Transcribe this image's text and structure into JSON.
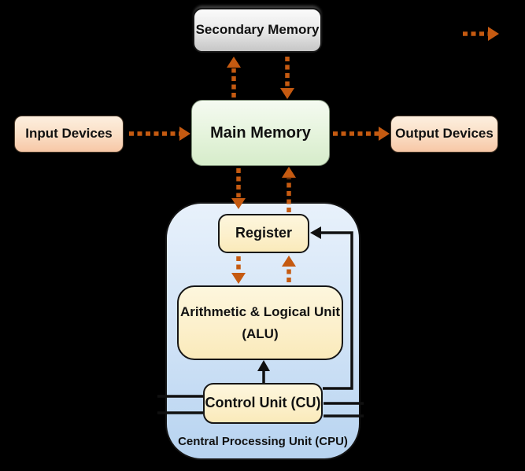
{
  "palette": {
    "background": "#000000",
    "data_flow_arrow_orange": "#c55a11",
    "control_flow_black": "#101010",
    "secondary_memory_fill": "#c6c6c6",
    "main_memory_fill": "#d6ecca",
    "io_device_fill": "#f7c7a6",
    "cpu_container_fill": "#b7d3f0",
    "cpu_unit_fill": "#faeaba"
  },
  "nodes": {
    "secondary_memory": {
      "label": "Secondary Memory"
    },
    "main_memory": {
      "label": "Main Memory"
    },
    "input_devices": {
      "label": "Input Devices"
    },
    "output_devices": {
      "label": "Output Devices"
    },
    "register": {
      "label": "Register"
    },
    "alu": {
      "line1": "Arithmetic & Logical Unit",
      "line2": "(ALU)"
    },
    "control_unit": {
      "label": "Control Unit (CU)"
    },
    "cpu": {
      "label": "Central Processing Unit (CPU)"
    }
  }
}
